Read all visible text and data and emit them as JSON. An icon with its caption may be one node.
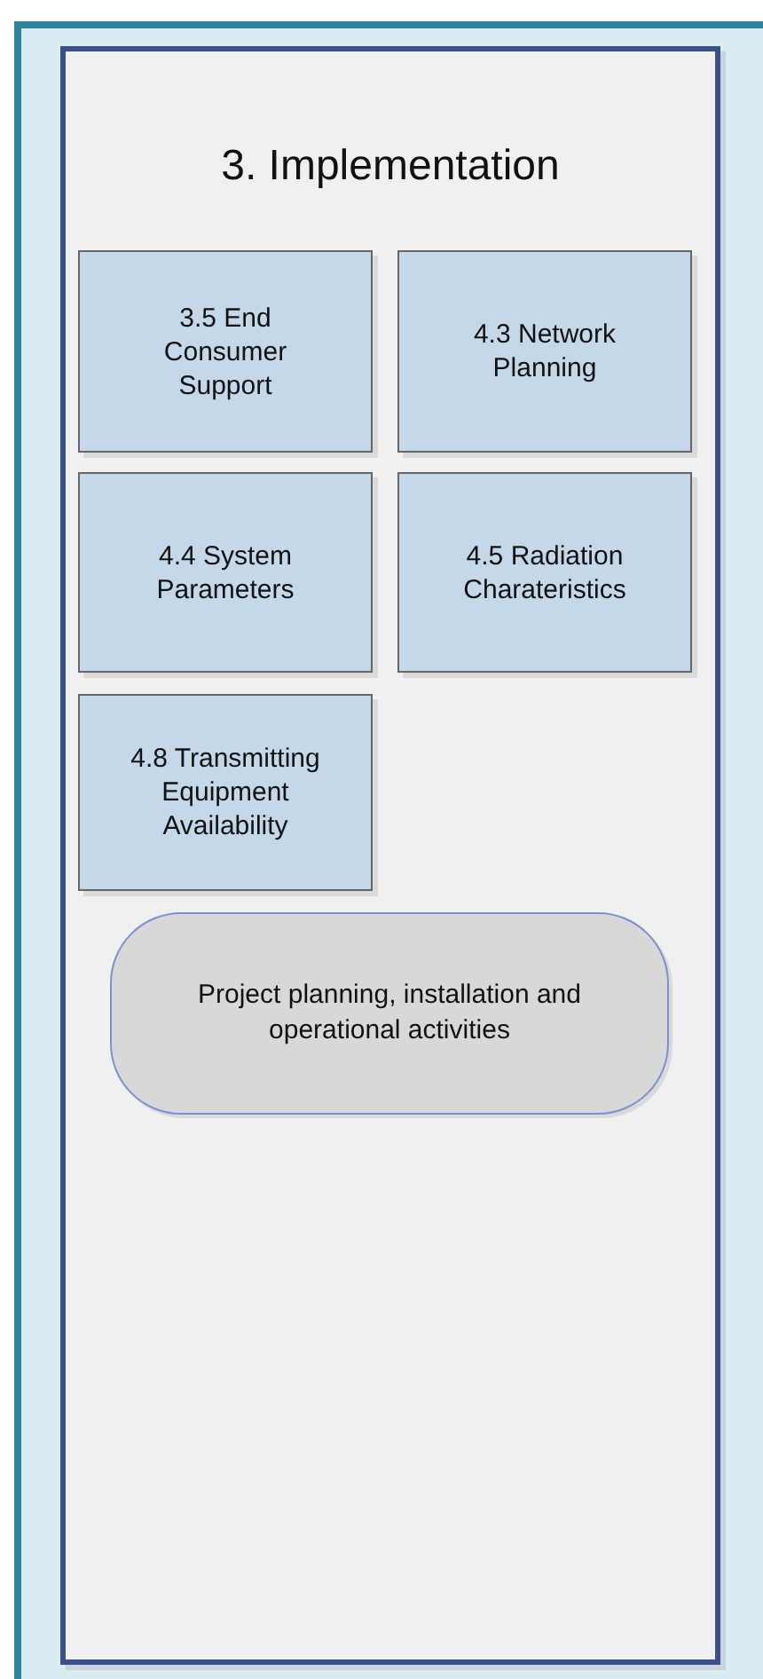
{
  "diagram": {
    "nodes": [
      {
        "text": [],
        "shape": "box"
      },
      {
        "text": [
          "3. Implementation"
        ],
        "in": 0
      },
      {
        "text": [
          "3.5 End Consumer Support"
        ],
        "in": 1
      },
      {
        "text": [
          "4.3 Network Planning"
        ],
        "in": 1
      },
      {
        "text": [
          "4.4 System Parameters"
        ],
        "in": 1
      },
      {
        "text": [
          "4.5 Radiation Charateristics"
        ],
        "in": 1
      },
      {
        "text": [
          "4.8 Transmitting Equipment Availability"
        ],
        "in": 1
      },
      {
        "text": [
          "Project planning, installation and operational activities"
        ],
        "in": 1
      }
    ]
  }
}
